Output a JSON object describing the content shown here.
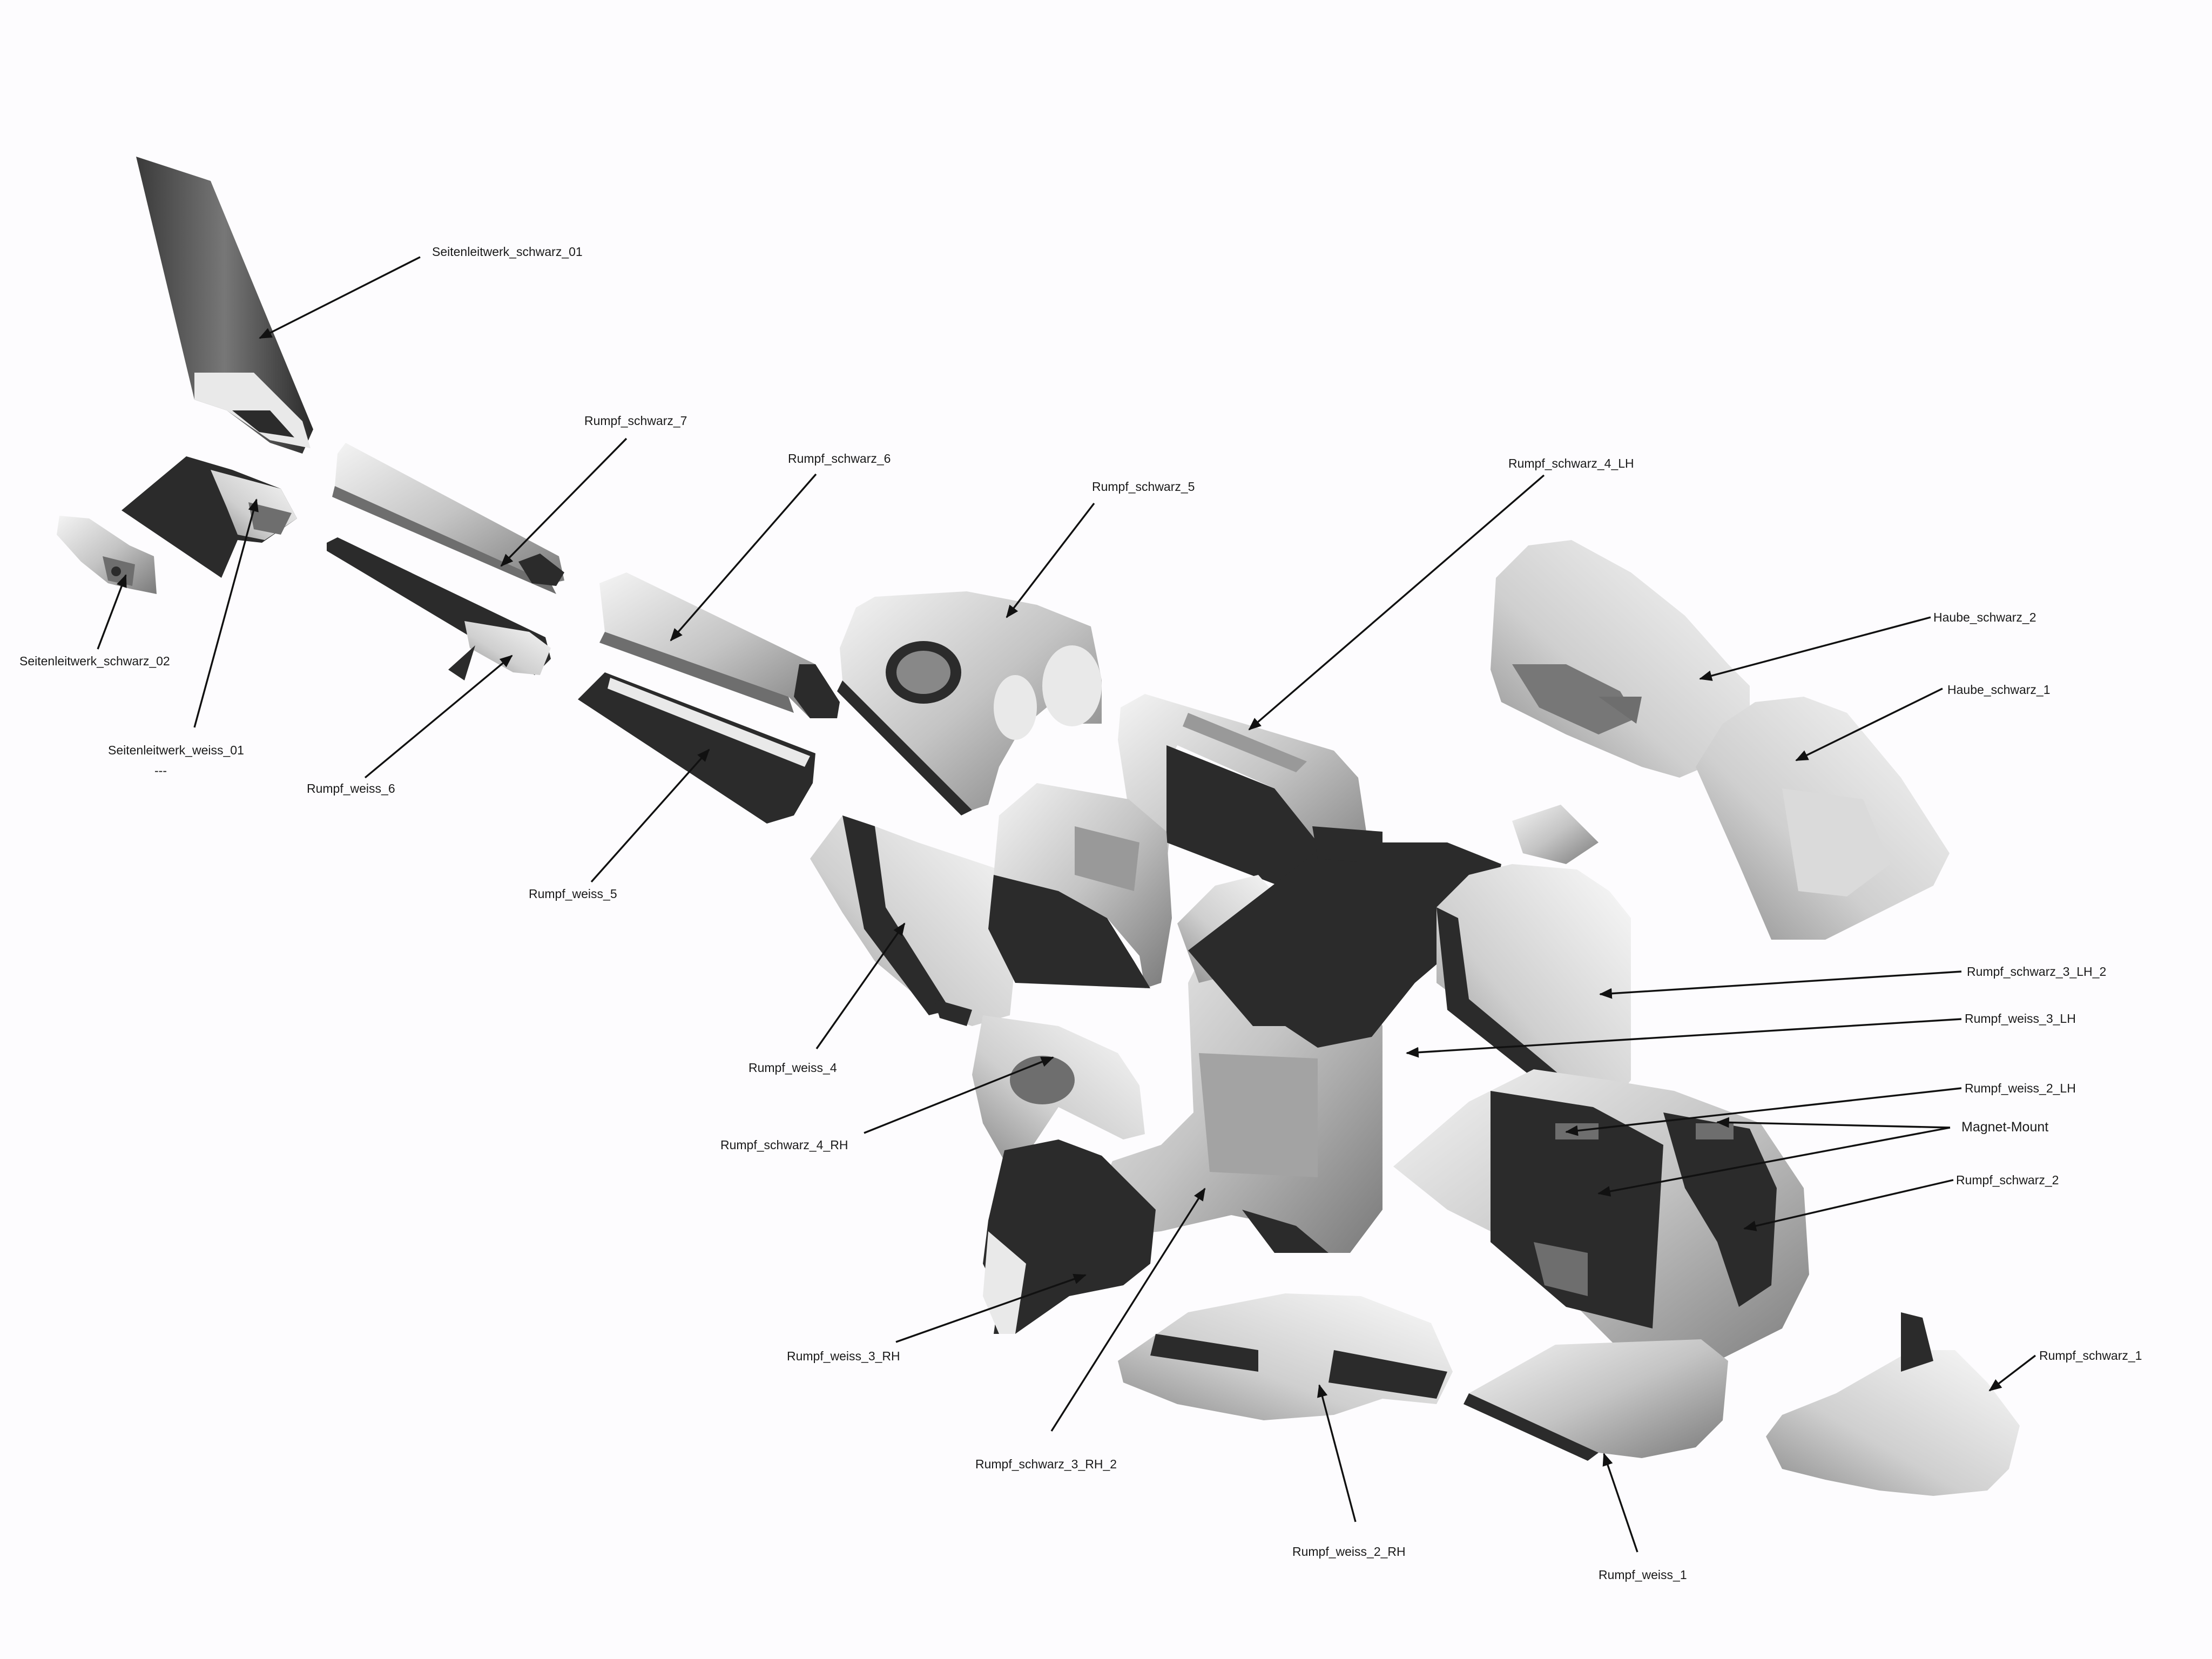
{
  "labels": {
    "seitenleitwerk_schwarz_01": "Seitenleitwerk_schwarz_01",
    "seitenleitwerk_schwarz_02": "Seitenleitwerk_schwarz_02",
    "seitenleitwerk_weiss_01": "Seitenleitwerk_weiss_01",
    "seitenleitwerk_weiss_01_note": "---",
    "rumpf_schwarz_7": "Rumpf_schwarz_7",
    "rumpf_weiss_6": "Rumpf_weiss_6",
    "rumpf_schwarz_6": "Rumpf_schwarz_6",
    "rumpf_weiss_5": "Rumpf_weiss_5",
    "rumpf_schwarz_5": "Rumpf_schwarz_5",
    "rumpf_schwarz_4_lh": "Rumpf_schwarz_4_LH",
    "haube_schwarz_2": "Haube_schwarz_2",
    "haube_schwarz_1": "Haube_schwarz_1",
    "rumpf_weiss_4": "Rumpf_weiss_4",
    "rumpf_schwarz_4_rh": "Rumpf_schwarz_4_RH",
    "rumpf_schwarz_3_lh_2": "Rumpf_schwarz_3_LH_2",
    "rumpf_weiss_3_lh": "Rumpf_weiss_3_LH",
    "rumpf_weiss_2_lh": "Rumpf_weiss_2_LH",
    "magnet_mount": "Magnet-Mount",
    "rumpf_schwarz_2": "Rumpf_schwarz_2",
    "rumpf_schwarz_1": "Rumpf_schwarz_1",
    "rumpf_weiss_3_rh": "Rumpf_weiss_3_RH",
    "rumpf_schwarz_3_rh_2": "Rumpf_schwarz_3_RH_2",
    "rumpf_weiss_2_rh": "Rumpf_weiss_2_RH",
    "rumpf_weiss_1": "Rumpf_weiss_1"
  }
}
